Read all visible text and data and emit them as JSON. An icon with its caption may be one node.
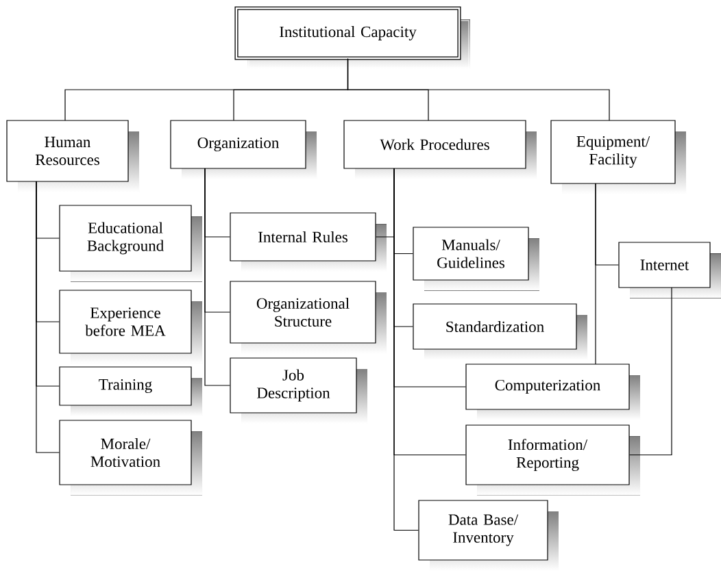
{
  "diagram": {
    "nodes": [
      {
        "text": [
          "Institutional Capacity"
        ]
      },
      {
        "text": [
          "Human Resources"
        ]
      },
      {
        "text": [
          "Organization"
        ]
      },
      {
        "text": [
          "Work Procedures"
        ]
      },
      {
        "text": [
          "Equipment/ Facility"
        ]
      },
      {
        "text": [
          "Educational Background"
        ]
      },
      {
        "text": [
          "Experience before MEA"
        ]
      },
      {
        "text": [
          "Training"
        ]
      },
      {
        "text": [
          "Morale/ Motivation"
        ]
      },
      {
        "text": [
          "Internal Rules"
        ]
      },
      {
        "text": [
          "Organizational Structure"
        ]
      },
      {
        "text": [
          "Job Description"
        ]
      },
      {
        "text": [
          "Manuals/ Guidelines"
        ]
      },
      {
        "text": [
          "Standardization"
        ]
      },
      {
        "text": [
          "Computerization"
        ]
      },
      {
        "text": [
          "Information/ Reporting"
        ]
      },
      {
        "text": [
          "Data Base/ Inventory"
        ]
      },
      {
        "text": [
          "Internet"
        ]
      }
    ],
    "edges": [
      {
        "from": 0,
        "to": 1,
        "arrow": "none"
      },
      {
        "from": 0,
        "to": 2,
        "arrow": "none"
      },
      {
        "from": 0,
        "to": 3,
        "arrow": "none"
      },
      {
        "from": 0,
        "to": 4,
        "arrow": "none"
      },
      {
        "from": 1,
        "to": 5,
        "arrow": "none"
      },
      {
        "from": 1,
        "to": 6,
        "arrow": "none"
      },
      {
        "from": 1,
        "to": 7,
        "arrow": "none"
      },
      {
        "from": 1,
        "to": 8,
        "arrow": "none"
      },
      {
        "from": 2,
        "to": 9,
        "arrow": "none"
      },
      {
        "from": 2,
        "to": 10,
        "arrow": "none"
      },
      {
        "from": 2,
        "to": 11,
        "arrow": "none"
      },
      {
        "from": 9,
        "to": 3,
        "arrow": "none"
      },
      {
        "from": 3,
        "to": 12,
        "arrow": "none"
      },
      {
        "from": 3,
        "to": 13,
        "arrow": "none"
      },
      {
        "from": 3,
        "to": 14,
        "arrow": "none"
      },
      {
        "from": 3,
        "to": 15,
        "arrow": "none"
      },
      {
        "from": 3,
        "to": 16,
        "arrow": "none"
      },
      {
        "from": 4,
        "to": 17,
        "arrow": "none"
      },
      {
        "from": 4,
        "to": 14,
        "arrow": "none"
      },
      {
        "from": 17,
        "to": 15,
        "arrow": "none"
      }
    ]
  }
}
